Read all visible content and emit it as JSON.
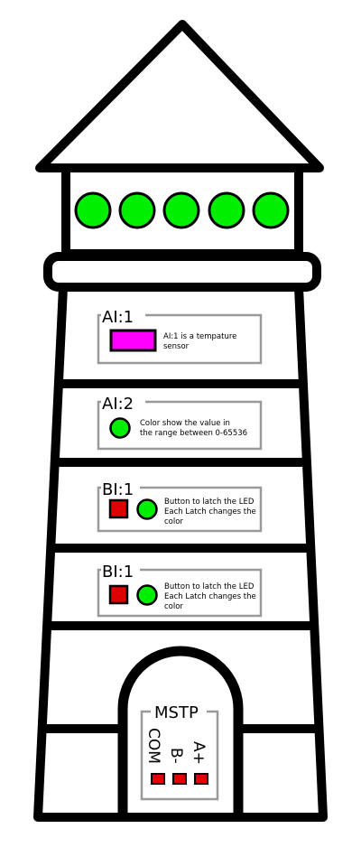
{
  "colors": {
    "outline": "#000000",
    "panel_border": "#9a9a9a",
    "led_green": "#00ee00",
    "led_red": "#e00000",
    "magenta": "#ff00ff",
    "background": "#ffffff"
  },
  "lantern": {
    "leds": [
      "led-1",
      "led-2",
      "led-3",
      "led-4",
      "led-5"
    ]
  },
  "panels": [
    {
      "title": "AI:1",
      "line1": "AI:1 is a tempature",
      "line2": "sensor",
      "line3": ""
    },
    {
      "title": "AI:2",
      "line1": "Color show the value in",
      "line2": "the range between 0-65536",
      "line3": ""
    },
    {
      "title": "BI:1",
      "line1": "Button to latch the LED",
      "line2": "Each Latch changes the",
      "line3": "color"
    },
    {
      "title": "BI:1",
      "line1": "Button to latch the LED",
      "line2": "Each Latch changes the",
      "line3": "color"
    }
  ],
  "door": {
    "title": "MSTP",
    "pins": [
      "COM",
      "B-",
      "A+"
    ]
  }
}
